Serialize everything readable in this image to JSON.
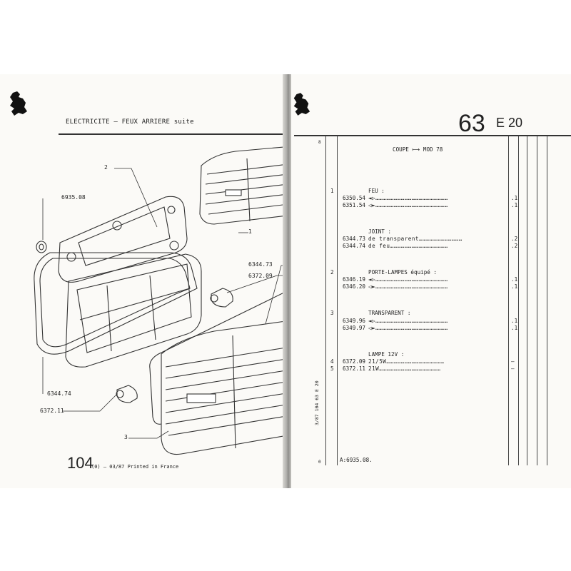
{
  "left_page": {
    "header": "ELECTRICITE – FEUX ARRIERE suite",
    "callouts": {
      "c2": "2",
      "c6935": "6935.08",
      "c1": "1",
      "c6344_73": "6344.73",
      "c6372_09": "6372.09",
      "c6344_74": "6344.74",
      "c6372_11": "6372.11",
      "c3": "3"
    },
    "footer_page_number": "104",
    "footer_text": "(0) – 03/87 Printed in France"
  },
  "right_page": {
    "group_number": "63",
    "group_suffix": "E 20",
    "heading": "COUPE ⟼ MOD 78",
    "margin_code": "3/87 104 63 E 20",
    "margin_mark_top": "8",
    "margin_mark_bottom": "0",
    "sections": [
      {
        "item": "1",
        "title": "FEU :",
        "rows": [
          {
            "ref": "6350.54",
            "desc": "◄▷……………………………………………………",
            "qty": ".1"
          },
          {
            "ref": "6351.54",
            "desc": "◁►……………………………………………………",
            "qty": ".1"
          }
        ]
      },
      {
        "item": "",
        "title": "JOINT :",
        "rows": [
          {
            "ref": "6344.73",
            "desc": "de transparent………………………………",
            "qty": ".2"
          },
          {
            "ref": "6344.74",
            "desc": "de feu…………………………………………",
            "qty": ".2"
          }
        ]
      },
      {
        "item": "2",
        "title": "PORTE-LAMPES équipé :",
        "rows": [
          {
            "ref": "6346.19",
            "desc": "◄▷……………………………………………………",
            "qty": ".1"
          },
          {
            "ref": "6346.20",
            "desc": "◁►……………………………………………………",
            "qty": ".1"
          }
        ]
      },
      {
        "item": "3",
        "title": "TRANSPARENT :",
        "rows": [
          {
            "ref": "6349.96",
            "desc": "◄▷……………………………………………………",
            "qty": ".1"
          },
          {
            "ref": "6349.97",
            "desc": "◁►……………………………………………………",
            "qty": ".1"
          }
        ]
      },
      {
        "item": "",
        "title": "LAMPE 12V :",
        "rows": [
          {
            "item": "4",
            "ref": "6372.09",
            "desc": "21/5W…………………………………………",
            "qty": "–"
          },
          {
            "item": "5",
            "ref": "6372.11",
            "desc": "21W……………………………………………",
            "qty": "–"
          }
        ]
      }
    ],
    "footnote": "A:6935.08."
  },
  "colors": {
    "ink": "#222222",
    "paper": "#fbfaf7",
    "gutter": "#8c8b88"
  }
}
